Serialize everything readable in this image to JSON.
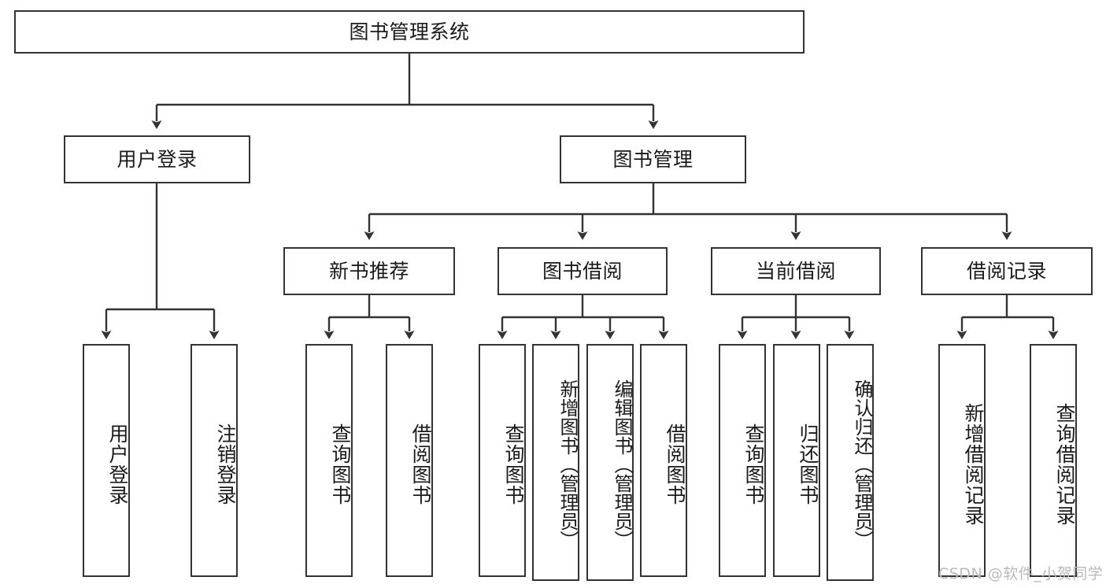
{
  "diagram": {
    "title": "图书管理系统",
    "type": "tree-hierarchy-diagram",
    "root": {
      "label": "图书管理系统"
    },
    "level2": [
      {
        "label": "用户登录"
      },
      {
        "label": "图书管理"
      }
    ],
    "level3": [
      {
        "label": "新书推荐"
      },
      {
        "label": "图书借阅"
      },
      {
        "label": "当前借阅"
      },
      {
        "label": "借阅记录"
      }
    ],
    "leaves": {
      "user_login": [
        {
          "label": "用户登录"
        },
        {
          "label": "注销登录"
        }
      ],
      "new_book_recommend": [
        {
          "label": "查询图书"
        },
        {
          "label": "借阅图书"
        }
      ],
      "book_borrow": [
        {
          "label": "查询图书"
        },
        {
          "label": "新增图书（管理员）"
        },
        {
          "label": "编辑图书（管理员）"
        },
        {
          "label": "借阅图书"
        }
      ],
      "current_borrow": [
        {
          "label": "查询图书"
        },
        {
          "label": "归还图书"
        },
        {
          "label": "确认归还（管理员）"
        }
      ],
      "borrow_record": [
        {
          "label": "新增借阅记录"
        },
        {
          "label": "查询借阅记录"
        }
      ]
    }
  },
  "watermark": {
    "text": "CSDN @软件_小贺同学"
  },
  "colors": {
    "stroke": "#333333",
    "text": "#1a1a1a",
    "background": "#ffffff",
    "watermark": "#b9b9b9"
  }
}
